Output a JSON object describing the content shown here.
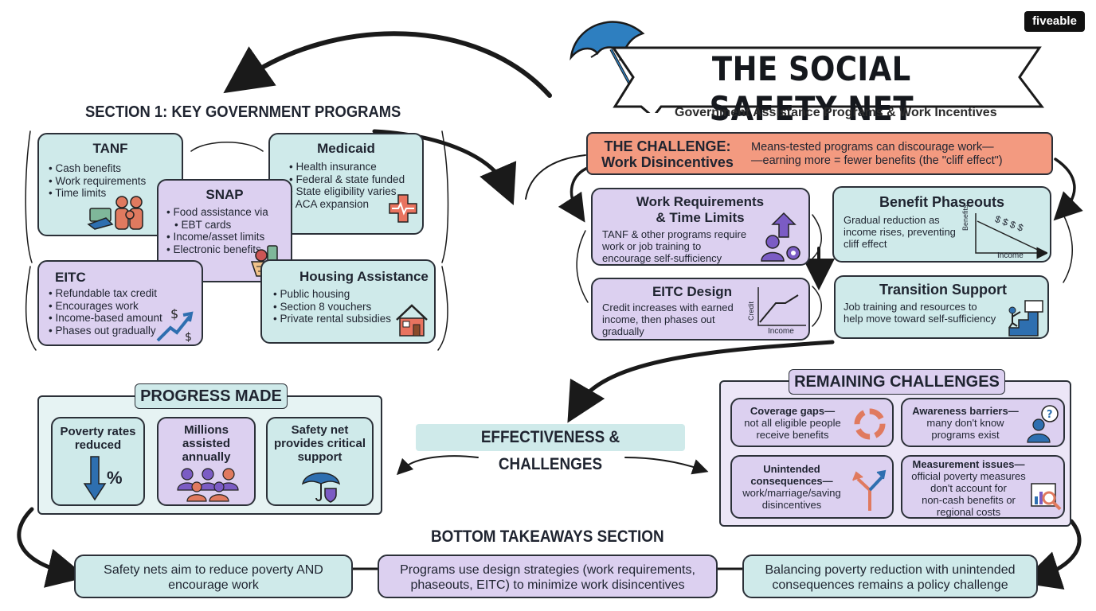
{
  "brand": "fiveable",
  "title": "THE SOCIAL SAFETY NET",
  "subtitle": "Government Assistance Programs & Work Incentives",
  "challenge": {
    "label_line1": "THE CHALLENGE:",
    "label_line2": "Work Disincentives",
    "text_line1": "Means-tested programs can discourage work—",
    "text_line2": "—earning more = fewer benefits (the \"cliff effect\")"
  },
  "section1": {
    "heading": "SECTION 1: KEY GOVERNMENT PROGRAMS",
    "programs": [
      {
        "title": "TANF",
        "items": [
          "Cash benefits",
          "Work requirements",
          "Time limits"
        ]
      },
      {
        "title": "Medicaid",
        "items": [
          "Health insurance",
          "Federal & state funded",
          "State eligibility varies",
          "ACA expansion"
        ]
      },
      {
        "title": "SNAP",
        "items": [
          "Food assistance via",
          "EBT cards",
          "Income/asset limits",
          "Electronic benefits"
        ]
      },
      {
        "title": "EITC",
        "items": [
          "Refundable tax credit",
          "Encourages work",
          "Income-based amount",
          "Phases out gradually"
        ]
      },
      {
        "title": "Housing Assistance",
        "items": [
          "Public housing",
          "Section 8 vouchers",
          "Private rental subsidies"
        ]
      }
    ]
  },
  "strategies": {
    "work_req": {
      "title_line1": "Work Requirements",
      "title_line2": "& Time Limits",
      "text": [
        "TANF & other programs require",
        "work or job training to",
        "encourage self-sufficiency"
      ]
    },
    "phaseouts": {
      "title": "Benefit Phaseouts",
      "text": [
        "Gradual reduction as",
        "income rises, preventing",
        "cliff effect"
      ],
      "y_axis": "Benefits",
      "x_axis": "Income",
      "marks": "$ $ $ $"
    },
    "eitc_design": {
      "title": "EITC Design",
      "text": [
        "Credit increases with earned",
        "income, then phases out",
        "gradually"
      ],
      "y_axis": "Credit",
      "x_axis": "Income"
    },
    "transition": {
      "title": "Transition Support",
      "text": [
        "Job training and resources to",
        "help move toward self-sufficiency"
      ]
    }
  },
  "center_label": "EFFECTIVENESS & CHALLENGES",
  "progress": {
    "heading": "PROGRESS MADE",
    "cards": [
      {
        "lines": [
          "Poverty rates",
          "reduced"
        ]
      },
      {
        "lines": [
          "Millions",
          "assisted",
          "annually"
        ]
      },
      {
        "lines": [
          "Safety net",
          "provides critical",
          "support"
        ]
      }
    ],
    "percent_sign": "%"
  },
  "remaining": {
    "heading": "REMAINING CHALLENGES",
    "cards": [
      {
        "head": "Coverage gaps—",
        "lines": [
          "not all eligible people",
          "receive benefits"
        ]
      },
      {
        "head": "Awareness barriers—",
        "lines": [
          "many don't know",
          "programs exist"
        ]
      },
      {
        "head": "Unintended",
        "lines": [
          "consequences—",
          "work/marriage/saving",
          "disincentives"
        ]
      },
      {
        "head": "Measurement issues—",
        "lines": [
          "official poverty measures",
          "don't account for",
          "non-cash benefits or",
          "regional costs"
        ]
      }
    ]
  },
  "takeaways": {
    "heading": "BOTTOM TAKEAWAYS SECTION",
    "items": [
      {
        "lines": [
          "Safety nets aim to reduce poverty AND",
          "encourage work"
        ]
      },
      {
        "lines": [
          "Programs use design strategies (work requirements,",
          "phaseouts, EITC) to minimize work disincentives"
        ]
      },
      {
        "lines": [
          "Balancing poverty reduction with unintended",
          "consequences remains a policy challenge"
        ]
      }
    ]
  },
  "colors": {
    "teal": "#cfeaea",
    "purple": "#dcd0f0",
    "salmon": "#f39a80",
    "outline": "#2b3038"
  }
}
